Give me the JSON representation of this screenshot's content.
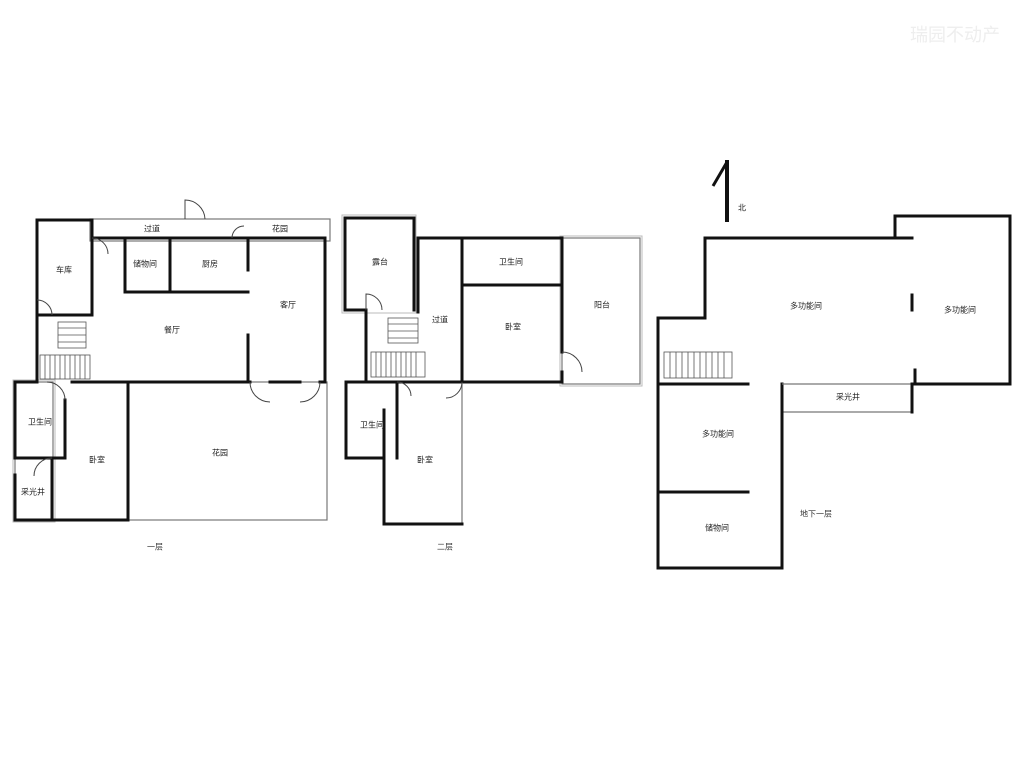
{
  "watermark": "瑞园不动产",
  "compass_label": "北",
  "floor1": {
    "caption": "一层",
    "rooms": {
      "garage": "车库",
      "corridor": "过道",
      "garden_top": "花园",
      "storage": "储物间",
      "kitchen": "厨房",
      "restaurant": "餐厅",
      "living": "客厅",
      "bathroom": "卫生间",
      "bedroom": "卧室",
      "garden": "花园",
      "lightwell": "采光井"
    }
  },
  "floor2": {
    "caption": "二层",
    "rooms": {
      "terrace": "露台",
      "bathroom_top": "卫生间",
      "corridor": "过道",
      "bedroom_main": "卧室",
      "balcony": "阳台",
      "bathroom": "卫生间",
      "bedroom": "卧室"
    }
  },
  "basement": {
    "caption": "地下一层",
    "rooms": {
      "multi_main": "多功能间",
      "multi_right": "多功能间",
      "lightwell": "采光井",
      "multi_lower": "多功能间",
      "storage": "储物间"
    }
  }
}
